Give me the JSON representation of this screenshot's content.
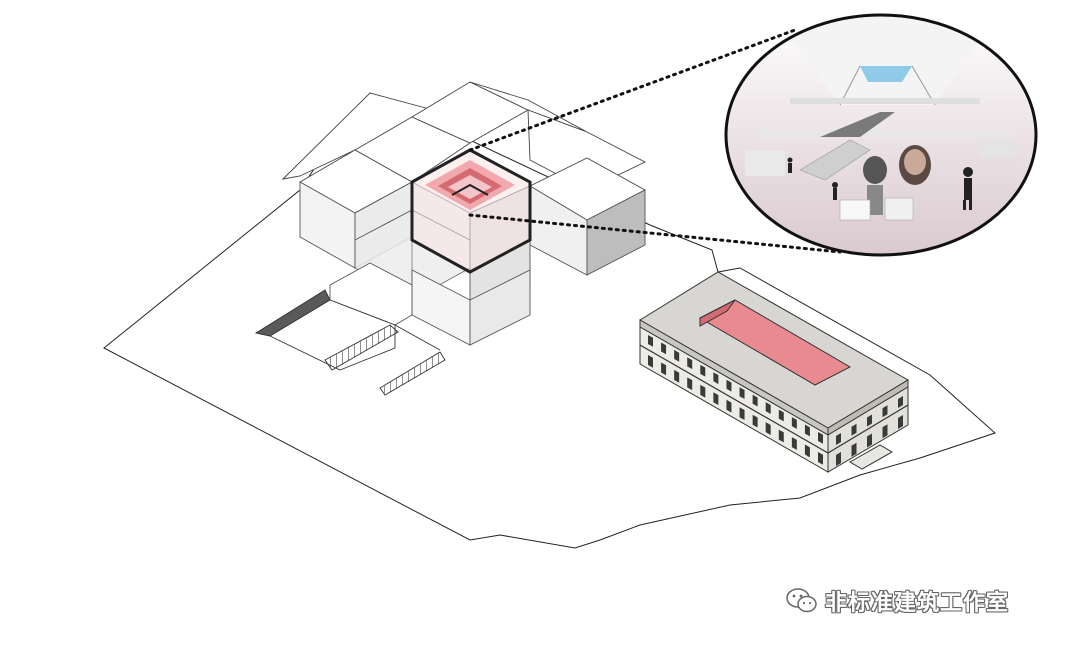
{
  "diagram": {
    "colors": {
      "line": "#222222",
      "thin_line": "#555555",
      "box_light": "#f2f2f2",
      "box_mid": "#e2e2e2",
      "box_dark": "#cfcfcf",
      "highlight": "#f2a9ad",
      "highlight_dark": "#d46a72",
      "roof_pink": "#e98a91",
      "roof_grey": "#d8d6d2",
      "facade": "#ecebe6",
      "window": "#3a3a3a",
      "sky": "#8fcbe8"
    },
    "elements": {
      "site": "site-outline",
      "massing": "stacked-box-volumes",
      "highlight": "atrium-highlight",
      "callout": "atrium-interior-vignette",
      "existing": "historic-building"
    }
  },
  "watermark": {
    "icon": "wechat-icon",
    "text": "非标准建筑工作室"
  }
}
